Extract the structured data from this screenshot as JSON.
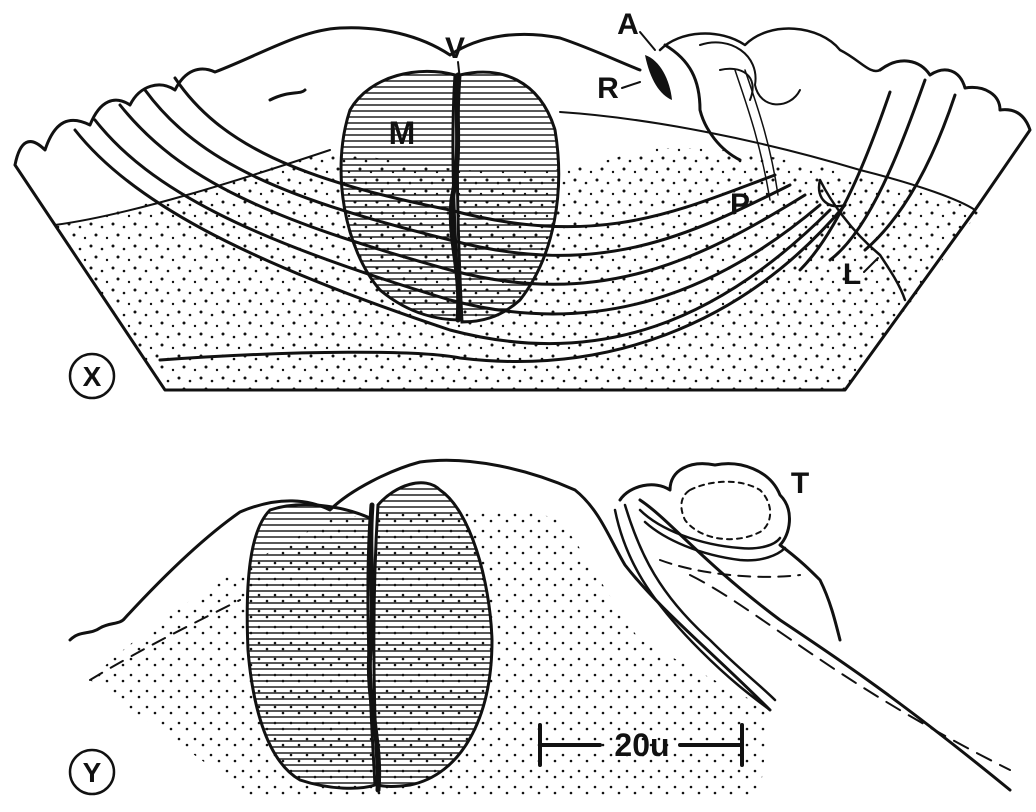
{
  "panels": {
    "x": {
      "label": "X",
      "labels": {
        "v": "V",
        "a": "A",
        "r": "R",
        "m": "M",
        "p": "P",
        "l": "L"
      }
    },
    "y": {
      "label": "Y",
      "labels": {
        "t": "T"
      },
      "scale_bar": "20u"
    }
  },
  "colors": {
    "ink": "#111111",
    "paper": "#ffffff"
  }
}
